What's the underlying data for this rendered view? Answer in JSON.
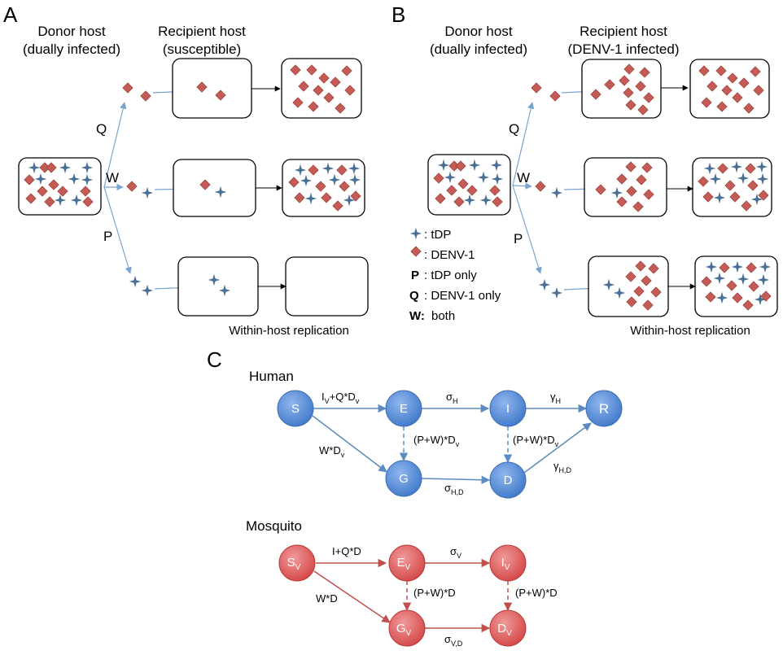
{
  "panelA": {
    "letter": "A",
    "donor_title_1": "Donor host",
    "donor_title_2": "(dually infected)",
    "recipient_title_1": "Recipient host",
    "recipient_title_2": "(susceptible)",
    "route_q": "Q",
    "route_w": "W",
    "route_p": "P",
    "caption": "Within-host replication"
  },
  "panelB": {
    "letter": "B",
    "donor_title_1": "Donor host",
    "donor_title_2": "(dually infected)",
    "recipient_title_1": "Recipient host",
    "recipient_title_2": "(DENV-1 infected)",
    "route_q": "Q",
    "route_w": "W",
    "route_p": "P",
    "caption": "Within-host replication"
  },
  "legend": {
    "tdp_key": ": tDP",
    "denv_key": ": DENV-1",
    "p_key": "P",
    "p_text": ": tDP only",
    "q_key": "Q",
    "q_text": ": DENV-1 only",
    "w_key": "W:",
    "w_text": "both"
  },
  "panelC": {
    "letter": "C",
    "human": {
      "title": "Human",
      "nodes": {
        "S": "S",
        "E": "E",
        "I": "I",
        "R": "R",
        "G": "G",
        "D": "D"
      },
      "edges": {
        "s_e_main": "I",
        "s_e_sub": "V",
        "s_e_rest": "+Q*D",
        "s_e_sub2": "v",
        "e_i_main": "σ",
        "e_i_sub": "H",
        "i_r_main": "γ",
        "i_r_sub": "H",
        "e_g_main": "(P+W)*D",
        "e_g_sub": "v",
        "i_d_main": "(P+W)*D",
        "i_d_sub": "v",
        "s_g_main": "W*D",
        "s_g_sub": "v",
        "g_d_main": "σ",
        "g_d_sub": "H,D",
        "d_r_main": "γ",
        "d_r_sub": "H,D"
      }
    },
    "mosquito": {
      "title": "Mosquito",
      "nodes": {
        "S": "S",
        "S_sub": "V",
        "E": "E",
        "E_sub": "V",
        "I": "I",
        "I_sub": "V",
        "G": "G",
        "G_sub": "V",
        "D": "D",
        "D_sub": "V"
      },
      "edges": {
        "s_e": "I+Q*D",
        "e_i_main": "σ",
        "e_i_sub": "V",
        "e_g": "(P+W)*D",
        "i_d": "(P+W)*D",
        "s_g": "W*D",
        "g_d_main": "σ",
        "g_d_sub": "V,D"
      }
    }
  },
  "colors": {
    "tdp_star": "#4a6f95",
    "denv_diamond": "#c45c55",
    "human_node": "#5b8fd8",
    "human_arrow": "#5a8cc2",
    "mosquito_node": "#e05a5a",
    "mosquito_arrow": "#c0504d",
    "transfer_arrow": "#7aa2cf"
  }
}
